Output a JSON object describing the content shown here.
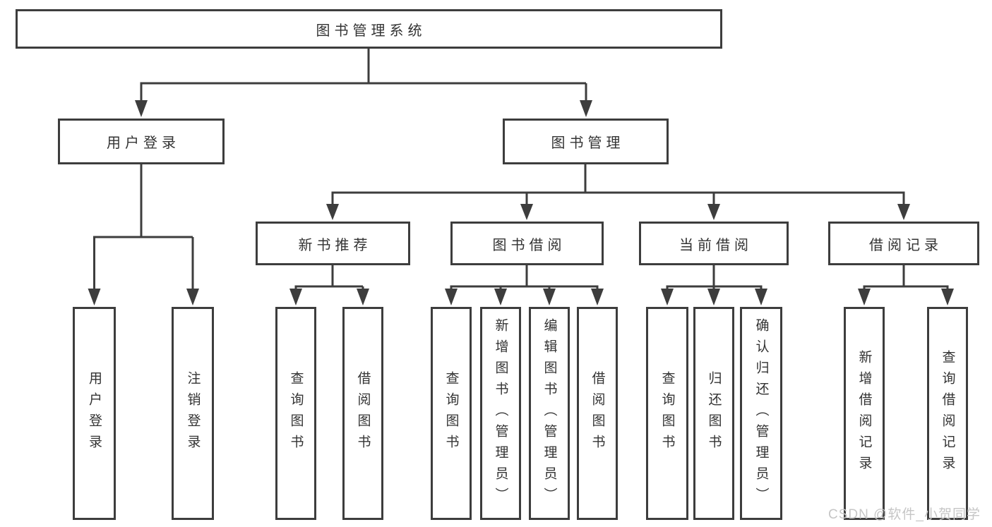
{
  "diagram": {
    "title_node": {
      "label": "图书管理系统"
    },
    "nodes": {
      "root": {
        "label": "图书管理系统"
      },
      "user_login_module": {
        "label": "用户登录"
      },
      "book_mgmt_module": {
        "label": "图书管理"
      },
      "new_book_rec": {
        "label": "新书推荐"
      },
      "book_borrow": {
        "label": "图书借阅"
      },
      "current_borrow": {
        "label": "当前借阅"
      },
      "borrow_record": {
        "label": "借阅记录"
      },
      "leaf_user_login": {
        "label": "用户登录"
      },
      "leaf_logout": {
        "label": "注销登录"
      },
      "leaf_query_book_rec": {
        "label": "查询图书"
      },
      "leaf_borrow_book_rec": {
        "label": "借阅图书"
      },
      "leaf_query_book_borrow": {
        "label": "查询图书"
      },
      "leaf_add_book_admin": {
        "label": "新增图书（管理员）"
      },
      "leaf_edit_book_admin": {
        "label": "编辑图书（管理员）"
      },
      "leaf_borrow_book_borrow": {
        "label": "借阅图书"
      },
      "leaf_query_book_current": {
        "label": "查询图书"
      },
      "leaf_return_book": {
        "label": "归还图书"
      },
      "leaf_confirm_return_admin": {
        "label": "确认归还（管理员）"
      },
      "leaf_add_borrow_record": {
        "label": "新增借阅记录"
      },
      "leaf_query_borrow_record": {
        "label": "查询借阅记录"
      }
    },
    "colors": {
      "line": "#3d3d3d",
      "box_border": "#3d3d3d",
      "text": "#333333",
      "background": "#ffffff",
      "watermark_text": "#c6c6c6"
    }
  },
  "watermark": {
    "text": "CSDN @软件_小贺同学"
  }
}
